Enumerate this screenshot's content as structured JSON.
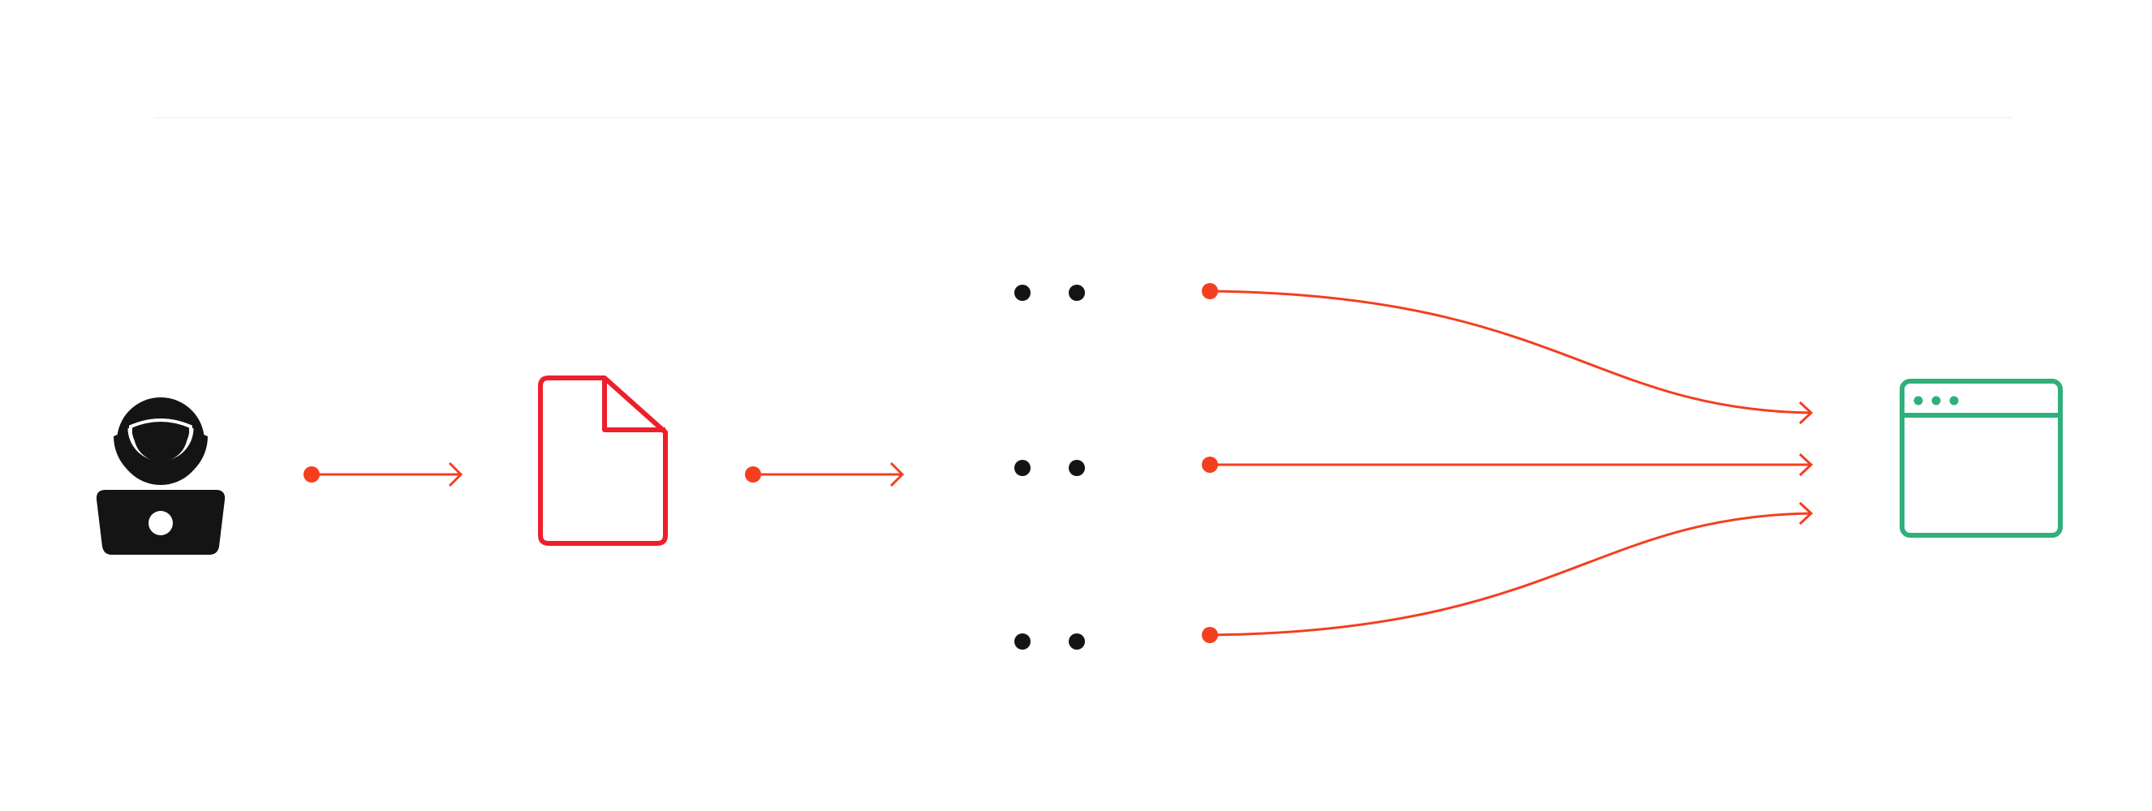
{
  "diagram": {
    "nodes": [
      {
        "id": "user",
        "icon": "user-laptop-icon",
        "color": "#141414"
      },
      {
        "id": "document",
        "icon": "document-icon",
        "color": "#ee1f2b"
      },
      {
        "id": "split-top",
        "icon": "dot-pair-icon",
        "color": "#141414"
      },
      {
        "id": "split-middle",
        "icon": "dot-pair-icon",
        "color": "#141414"
      },
      {
        "id": "split-bottom",
        "icon": "dot-pair-icon",
        "color": "#141414"
      },
      {
        "id": "browser",
        "icon": "browser-window-icon",
        "color": "#2fb07a"
      }
    ],
    "edges": [
      {
        "from": "user",
        "to": "document",
        "shape": "straight"
      },
      {
        "from": "document",
        "to": "split",
        "shape": "straight"
      },
      {
        "from": "split-top",
        "to": "browser",
        "shape": "curve"
      },
      {
        "from": "split-middle",
        "to": "browser",
        "shape": "straight"
      },
      {
        "from": "split-bottom",
        "to": "browser",
        "shape": "curve"
      }
    ],
    "colors": {
      "arrow": "#f43f1f",
      "document": "#ee1f2b",
      "browser": "#2fb07a",
      "ink": "#141414",
      "divider": "#f4f4f4"
    }
  }
}
